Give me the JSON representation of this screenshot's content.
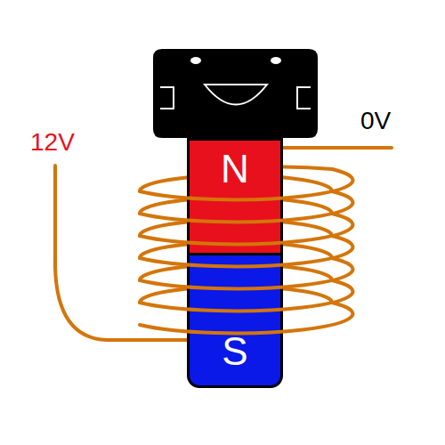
{
  "diagram": {
    "nodes": [
      {
        "text": [
          "N"
        ]
      },
      {
        "text": [
          "S"
        ]
      }
    ],
    "labels": [
      "12V",
      "0V"
    ]
  }
}
